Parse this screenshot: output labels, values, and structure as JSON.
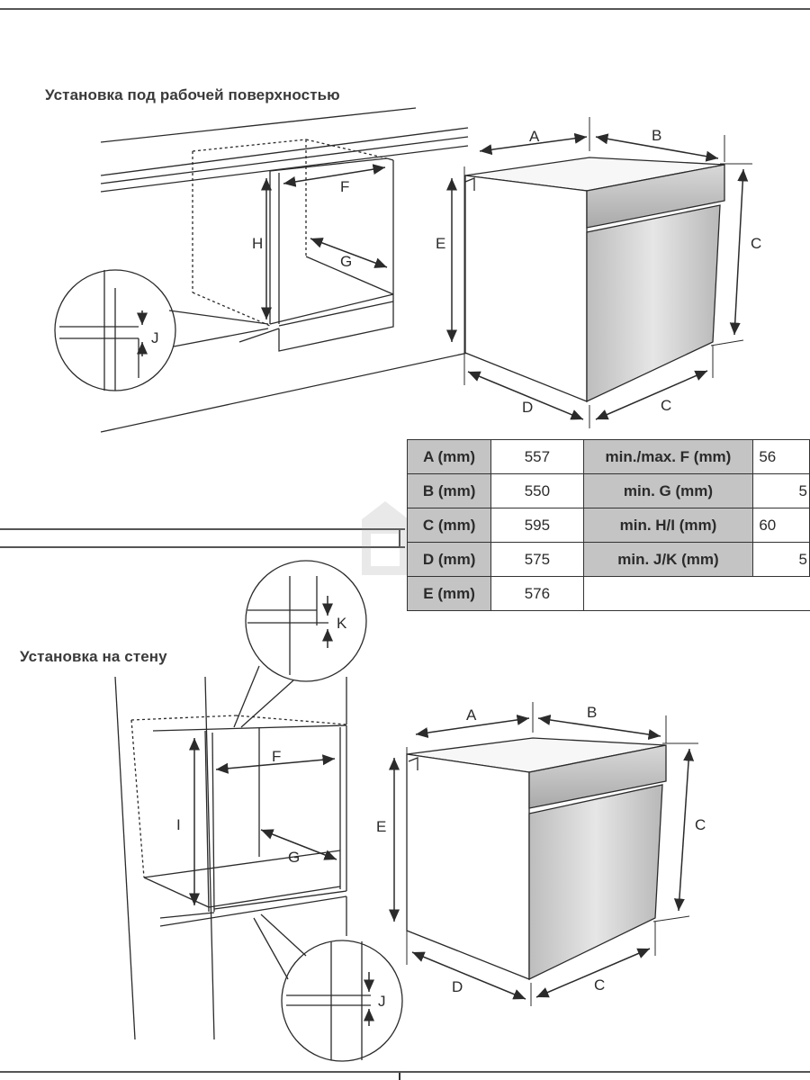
{
  "sections": {
    "under_counter_title": "Установка под рабочей поверхностью",
    "wall_title": "Установка на стену"
  },
  "diagram_labels": {
    "A": "A",
    "B": "B",
    "C": "C",
    "D": "D",
    "E": "E",
    "F": "F",
    "G": "G",
    "H": "H",
    "I": "I",
    "J": "J",
    "K": "K"
  },
  "table": {
    "rows": [
      {
        "label": "A (mm)",
        "value": "557",
        "label2": "min./max. F (mm)",
        "value2": "56"
      },
      {
        "label": "B (mm)",
        "value": "550",
        "label2": "min. G (mm)",
        "value2": "5"
      },
      {
        "label": "C (mm)",
        "value": "595",
        "label2": "min. H/I (mm)",
        "value2": "60"
      },
      {
        "label": "D (mm)",
        "value": "575",
        "label2": "min. J/K (mm)",
        "value2": "5"
      },
      {
        "label": "E (mm)",
        "value": "576"
      }
    ]
  },
  "colors": {
    "line": "#2b2b2b",
    "table_header_fill": "#c4c4c4",
    "oven_front": "#cfcfcf"
  }
}
